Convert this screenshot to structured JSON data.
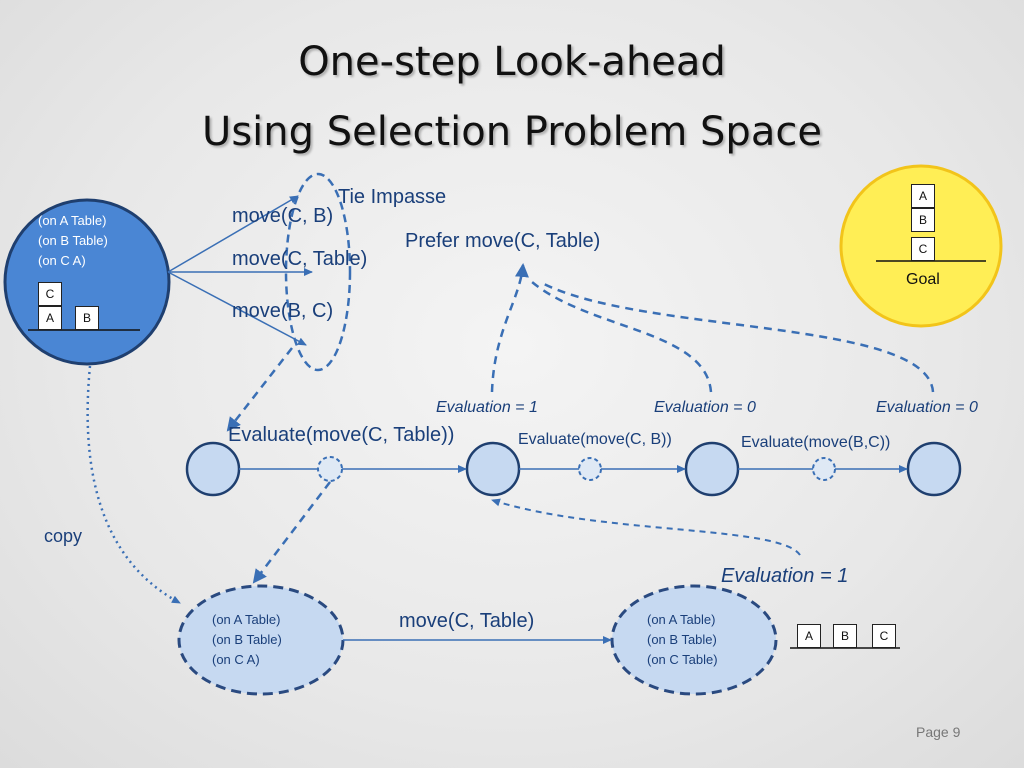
{
  "title": {
    "line1": "One-step Look-ahead",
    "line2": "Using Selection Problem Space"
  },
  "top_state": {
    "facts": [
      "(on A Table)",
      "(on B Table)",
      "(on C A)"
    ],
    "blocks": {
      "top": "C",
      "bottom_left": "A",
      "bottom_right": "B"
    }
  },
  "operators": [
    "move(C, B)",
    "move(C, Table)",
    "move(B, C)"
  ],
  "tie_impasse": "Tie Impasse",
  "preference": "Prefer move(C, Table)",
  "goal": {
    "blocks": [
      "A",
      "B",
      "C"
    ],
    "label": "Goal"
  },
  "evaluations": {
    "first": "Evaluation = 1",
    "second": "Evaluation = 0",
    "third": "Evaluation = 0",
    "lower": "Evaluation = 1"
  },
  "evaluate_ops": {
    "first": "Evaluate(move(C, Table))",
    "second": "Evaluate(move(C, B))",
    "third": "Evaluate(move(B,C))"
  },
  "copy_label": "copy",
  "lower_left_state": {
    "facts": [
      "(on A Table)",
      "(on B Table)",
      "(on C A)"
    ]
  },
  "lower_operator": "move(C, Table)",
  "lower_right_state": {
    "facts": [
      "(on A Table)",
      "(on B Table)",
      "(on C Table)"
    ],
    "blocks": [
      "A",
      "B",
      "C"
    ]
  },
  "page": "Page 9",
  "colors": {
    "dark_fill": "#4a86d4",
    "light_fill": "#c6d9f1",
    "stroke": "#3a6fb5",
    "dashed": "#3a6fb5",
    "dark_dashed": "#2a4a80",
    "goal_fill": "#ffee55",
    "goal_stroke": "#f2c41a"
  }
}
